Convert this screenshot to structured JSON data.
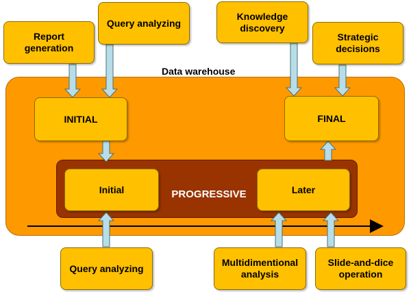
{
  "diagram": {
    "container_label": "Data warehouse",
    "center_label": "PROGRESSIVE",
    "stages": {
      "initial_outer": "INITIAL",
      "final_outer": "FINAL",
      "initial_inner": "Initial",
      "later_inner": "Later"
    },
    "inputs_top": {
      "report_generation": "Report generation",
      "query_analyzing": "Query analyzing",
      "knowledge_discovery": "Knowledge discovery",
      "strategic_decisions": "Strategic decisions"
    },
    "inputs_bottom": {
      "query_analyzing": "Query analyzing",
      "multidimentional_analysis": "Multidimentional analysis",
      "slide_and_dice_operation": "Slide-and-dice operation"
    }
  },
  "colors": {
    "box_fill": "#ffc000",
    "outer_fill": "#ff9900",
    "progressive_fill": "#993300",
    "arrow_fill": "#b7dde8"
  }
}
